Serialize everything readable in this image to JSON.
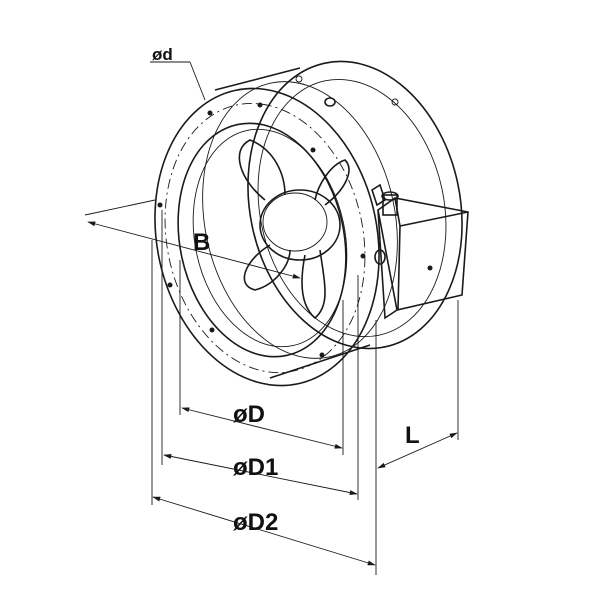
{
  "diagram": {
    "labels": {
      "bolt_hole": "ød",
      "bolt_spacing": "B",
      "inner_diameter": "øD",
      "bolt_circle_diameter": "øD1",
      "outer_diameter": "øD2",
      "length": "L"
    },
    "colors": {
      "line": "#1a1a1a",
      "fill": "#f2f2f2",
      "background": "#ffffff"
    }
  }
}
